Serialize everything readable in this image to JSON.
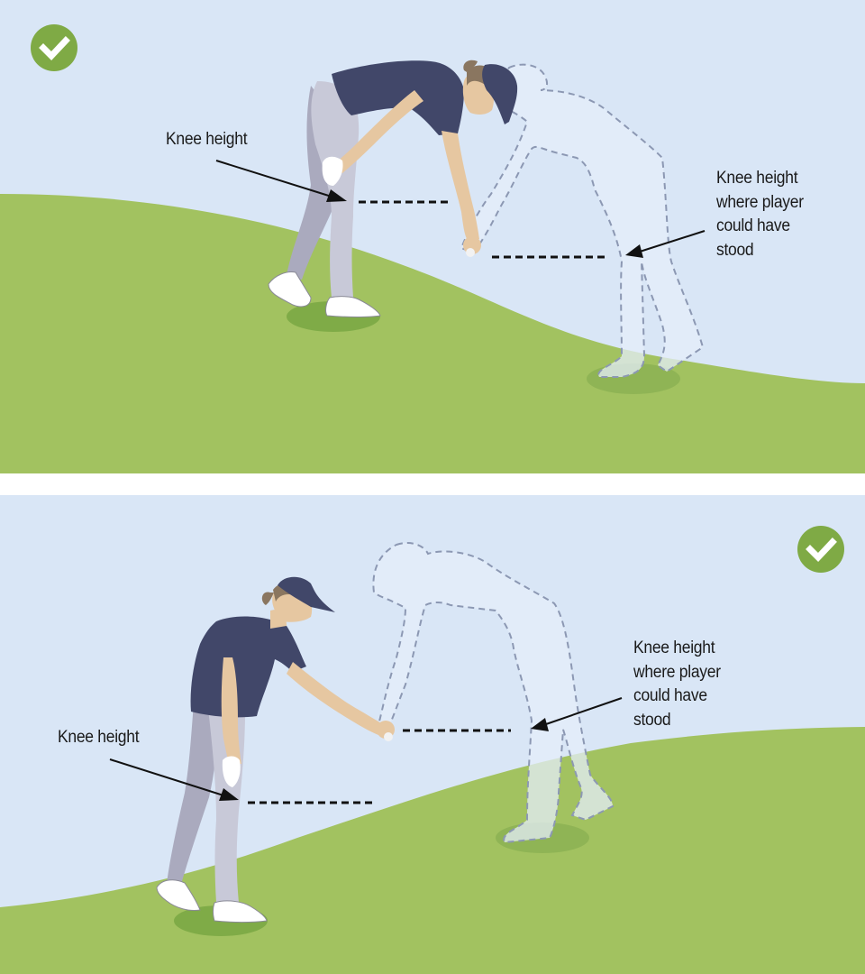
{
  "colors": {
    "sky": "#d9e6f6",
    "grass": "#a2c260",
    "grass_shadow": "#7fab47",
    "check_green": "#7faa45",
    "shirt": "#414769",
    "pants_light": "#c8c9d8",
    "pants_dark": "#aaaabe",
    "skin": "#e6c7a1",
    "hair": "#8a7660",
    "ghost_stroke": "#8c98b3",
    "ghost_fill": "#e4edf9",
    "divider": "#ffffff"
  },
  "panels": [
    {
      "id": "top",
      "status_icon": "check-icon",
      "knee_label": "Knee height",
      "ghost_label_lines": [
        "Knee height",
        "where player",
        "could have",
        "stood"
      ]
    },
    {
      "id": "bottom",
      "status_icon": "check-icon",
      "knee_label": "Knee height",
      "ghost_label_lines": [
        "Knee height",
        "where player",
        "could have",
        "stood"
      ]
    }
  ]
}
